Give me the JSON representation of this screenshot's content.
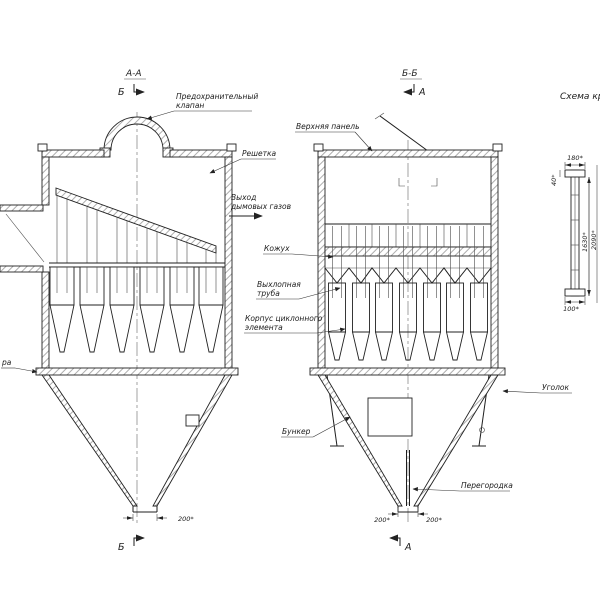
{
  "titles": {
    "section_a": "А-А",
    "section_b": "Б-Б",
    "detail": "Схема кре"
  },
  "markers": {
    "b": "Б",
    "a": "А"
  },
  "view_a": {
    "safety_valve_1": "Предохранительный",
    "safety_valve_2": "клапан",
    "grate": "Решетка",
    "gas_exit_1": "Выход",
    "gas_exit_2": "дымовых газов",
    "support_fragment": "ра",
    "outlet_dim": "200*"
  },
  "view_b": {
    "top_panel": "Верхняя панель",
    "casing": "Кожух",
    "exhaust_pipe_1": "Выхлопная",
    "exhaust_pipe_2": "труба",
    "cyclone_body_1": "Корпус циклонного",
    "cyclone_body_2": "элемента",
    "hopper": "Бункер",
    "angle": "Уголок",
    "partition": "Перегородка",
    "outlet_dim_left": "200*",
    "outlet_dim_right": "200*"
  },
  "detail": {
    "dim_180": "180*",
    "dim_40": "40*",
    "dim_2090": "2090*",
    "dim_1630": "1630*",
    "dim_100": "100*"
  }
}
